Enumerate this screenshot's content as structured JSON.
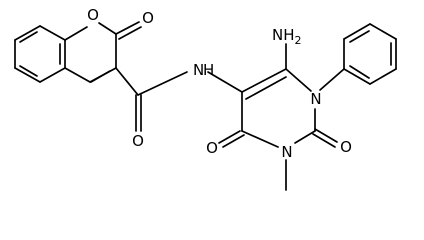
{
  "figure": {
    "background": "#ffffff",
    "ink": "#000000"
  },
  "atom_labels": {
    "o_ring": "O",
    "o_lactone": "O",
    "o_amide": "O",
    "nh": "N",
    "nh_h": "H",
    "nh2": "NH",
    "nh2_sub": "2",
    "n1": "N",
    "o2": "O",
    "n3": "N",
    "o4": "O"
  }
}
